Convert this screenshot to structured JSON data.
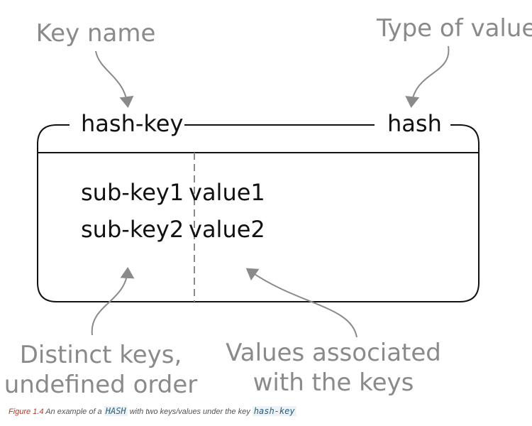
{
  "annotations": {
    "key_name": "Key name",
    "type_of_value": "Type of value",
    "distinct_keys_line1": "Distinct keys,",
    "distinct_keys_line2": "undefined order",
    "values_line1": "Values associated",
    "values_line2": "with the keys"
  },
  "box": {
    "key": "hash-key",
    "type": "hash",
    "rows": [
      {
        "subkey": "sub-key1",
        "value": "value1"
      },
      {
        "subkey": "sub-key2",
        "value": "value2"
      }
    ]
  },
  "caption": {
    "figure": "Figure 1.4",
    "text_before": "An example of a",
    "code1": "HASH",
    "text_middle": "with two keys/values under the key",
    "code2": "hash-key"
  },
  "colors": {
    "annotation": "#8a8a8a",
    "box": "#111111",
    "figure_label": "#b03a2e"
  }
}
